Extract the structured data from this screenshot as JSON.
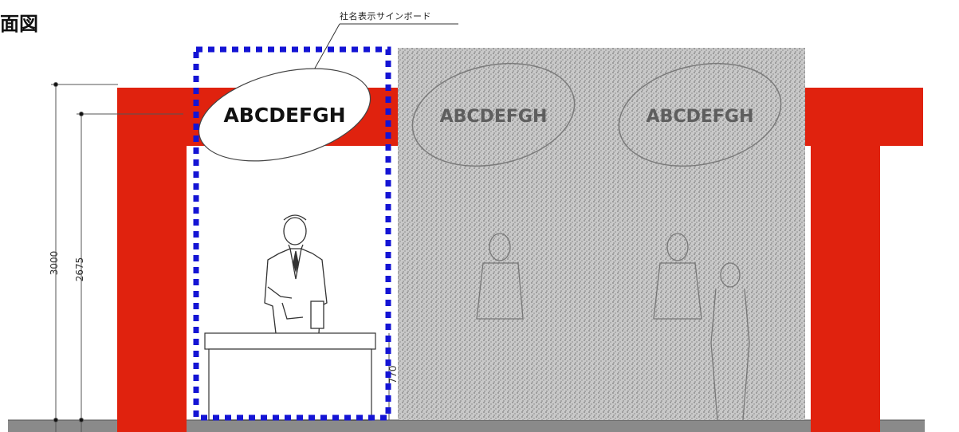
{
  "title": "面図",
  "callout_label": "社名表示サインボード",
  "signs": [
    {
      "text": "ABCDEFGH"
    },
    {
      "text": "ABCDEFGH"
    },
    {
      "text": "ABCDEFGH"
    }
  ],
  "dimensions": {
    "total_height": "3000",
    "fascia_height": "2675",
    "counter_height": "770"
  },
  "colors": {
    "frame": "#e0220e",
    "highlight_dash": "#1414d4",
    "floor": "#8a8a8a",
    "mask": "#b8b8b8"
  }
}
